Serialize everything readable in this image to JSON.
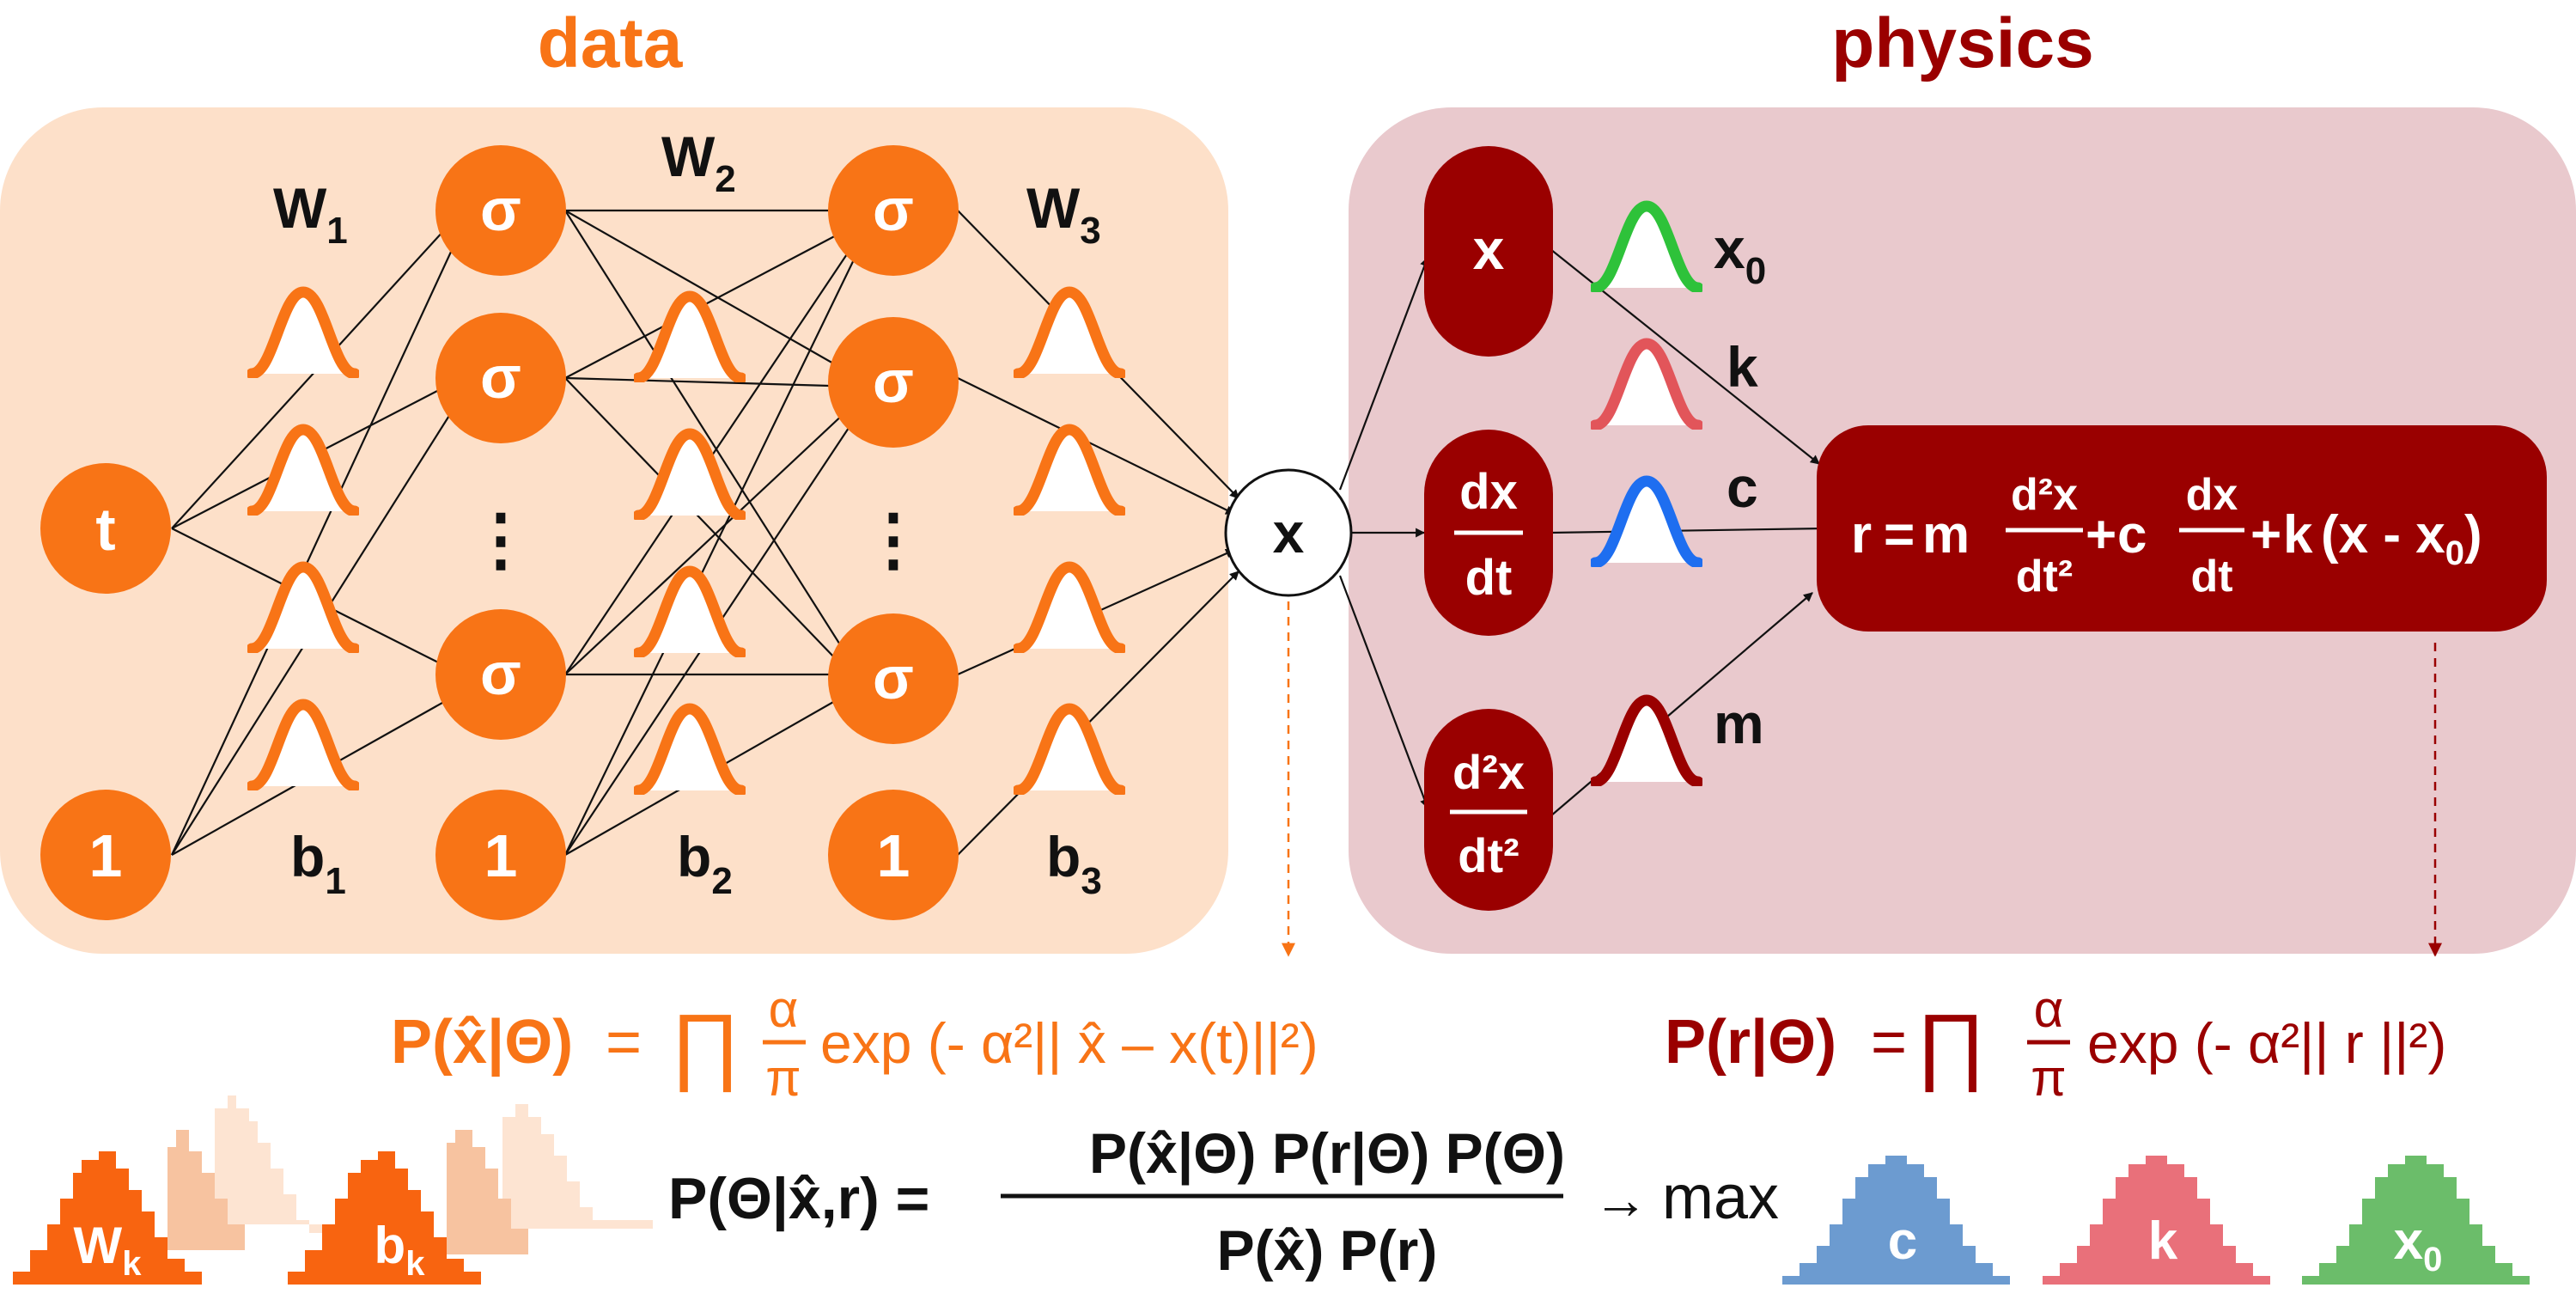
{
  "titles": {
    "data": "data",
    "physics": "physics"
  },
  "colors": {
    "orange": "#f87416",
    "dark_red": "#9a0000",
    "data_panel": "#fde0c9",
    "physics_panel": "#e9c9cd",
    "gauss_green": "#2ec23a",
    "gauss_pink": "#e2555a",
    "gauss_blue": "#1e6ef0",
    "hist_blue": "#6c9bd0",
    "hist_pink": "#e9707a",
    "hist_green": "#6bbd6a"
  },
  "nodes": {
    "input_t": "t",
    "bias": "1",
    "sigma": "σ",
    "dots": "⋮",
    "output_x": "x",
    "phys_x": "x",
    "dx_num": "dx",
    "dx_den": "dt",
    "d2x_num": "d²x",
    "d2x_den": "dt²"
  },
  "weights": {
    "w": "W",
    "b": "b",
    "i1": "1",
    "i2": "2",
    "i3": "3"
  },
  "params": {
    "x0": "x",
    "x0_sub": "0",
    "k": "k",
    "c": "c",
    "m": "m"
  },
  "residual": {
    "r": "r",
    "eq": "=",
    "m": "m",
    "d2x": "d²x",
    "dt2": "dt²",
    "plus": "+",
    "c": "c",
    "dx": "dx",
    "dt": "dt",
    "k": "k",
    "tail": "(x - x",
    "sub": "0",
    "close": ")"
  },
  "likelihood_data": {
    "lhs": "P(x̂|Θ)",
    "eq": "=",
    "prod": "∏",
    "alpha": "α",
    "pi": "π",
    "rest": "exp (- α²|| x̂ – x(t)||²)"
  },
  "likelihood_phys": {
    "lhs": "P(r|Θ)",
    "eq": "=",
    "prod": "∏",
    "alpha": "α",
    "pi": "π",
    "rest": "exp (- α²|| r ||²)"
  },
  "posterior": {
    "lhs": "P(Θ|x̂,r) =",
    "num": "P(x̂|Θ) P(r|Θ) P(Θ)",
    "den": "P(x̂) P(r)",
    "arrow": "→",
    "max": "max"
  },
  "histograms": {
    "wk": "W",
    "wk_sub": "k",
    "bk": "b",
    "bk_sub": "k",
    "c": "c",
    "k": "k",
    "x0": "x",
    "x0_sub": "0"
  }
}
